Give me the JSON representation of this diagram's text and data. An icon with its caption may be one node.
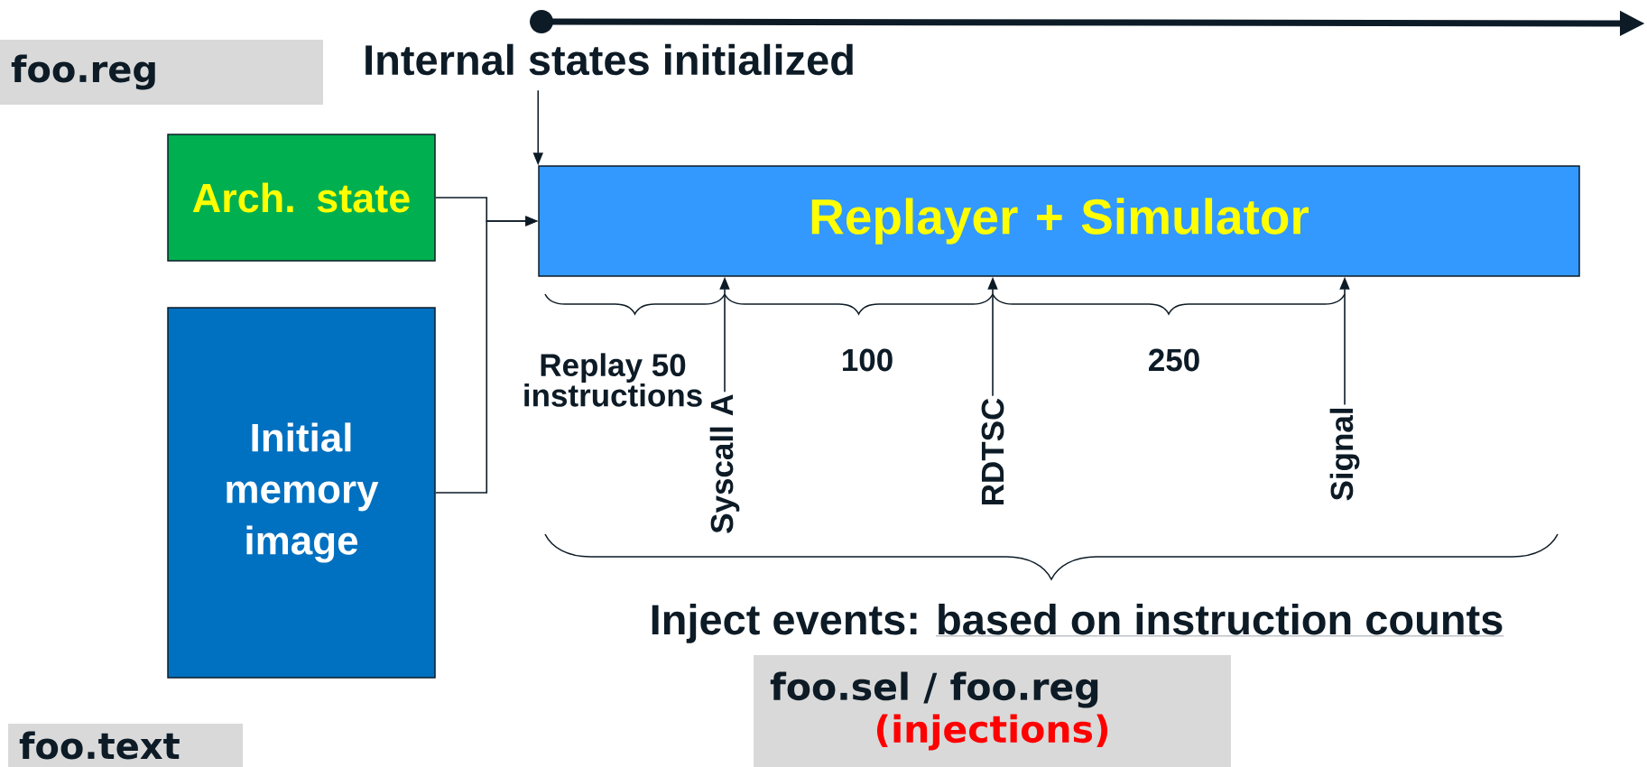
{
  "diagram": {
    "nodes": [
      {
        "text": [
          "foo.reg"
        ]
      },
      {
        "text": [
          "Internal states initialized"
        ]
      },
      {
        "text": [
          "Arch. state"
        ]
      },
      {
        "text": [
          "Initial memory image"
        ]
      },
      {
        "text": [
          "Replayer + Simulator"
        ]
      },
      {
        "text": [
          "Syscall A"
        ]
      },
      {
        "text": [
          "RDTSC"
        ]
      },
      {
        "text": [
          "Signal"
        ]
      },
      {
        "text": [
          "foo.sel / foo.reg",
          "(injections)"
        ]
      },
      {
        "text": [
          "foo.text"
        ]
      }
    ],
    "edges": [
      {
        "from": 1,
        "to": 4,
        "arrow": "to"
      },
      {
        "from": 2,
        "to": 4,
        "arrow": "to"
      },
      {
        "from": 3,
        "to": 4,
        "arrow": "to"
      },
      {
        "from": 5,
        "to": 4,
        "arrow": "to"
      },
      {
        "from": 6,
        "to": 4,
        "arrow": "to"
      },
      {
        "from": 7,
        "to": 4,
        "arrow": "to"
      }
    ],
    "labels": [
      "Replay 50 instructions",
      "100",
      "250",
      "Inject events:",
      "based on instruction counts"
    ]
  }
}
